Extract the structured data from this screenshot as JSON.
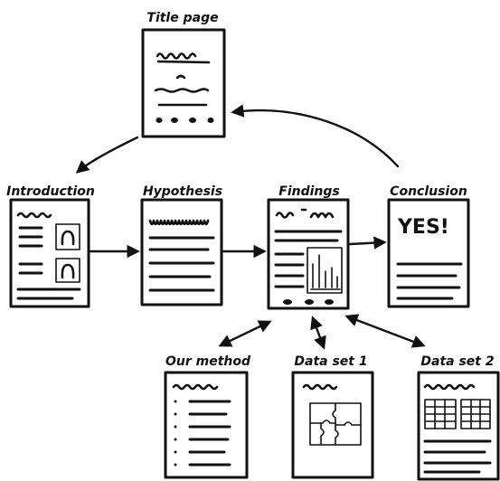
{
  "nodes": {
    "title_page": "Title page",
    "introduction": "Introduction",
    "hypothesis": "Hypothesis",
    "findings": "Findings",
    "conclusion": "Conclusion",
    "our_method": "Our method",
    "data_set_1": "Data set 1",
    "data_set_2": "Data set 2"
  },
  "conclusion_doc_text": "YES!"
}
